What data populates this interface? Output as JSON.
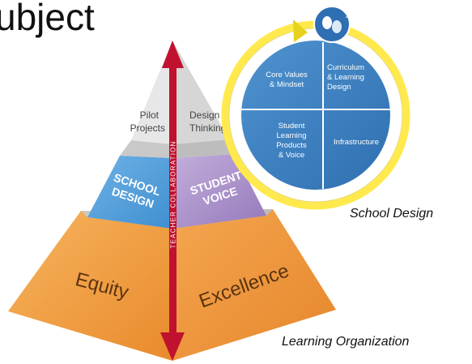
{
  "title": "ubject",
  "pyramid": {
    "top_left": [
      "Pilot",
      "Projects"
    ],
    "top_right": [
      "Design",
      "Thinking"
    ],
    "middle_left": [
      "SCHOOL",
      "DESIGN"
    ],
    "middle_right": [
      "STUDENT",
      "VOICE"
    ],
    "bottom_left": "Equity",
    "bottom_right": "Excellence",
    "axis_label": "TEACHER COLLABORATION"
  },
  "circle": {
    "quadrants": {
      "top_left": [
        "Core Values",
        "& Mindset"
      ],
      "top_right": [
        "Curriculum",
        "& Learning",
        "Design"
      ],
      "bottom_left": [
        "Student",
        "Learning",
        "Products",
        "& Voice"
      ],
      "bottom_right": [
        "Infrastructure"
      ]
    }
  },
  "captions": {
    "school_design": "School Design",
    "learning_organization": "Learning Organization"
  },
  "colors": {
    "orange": "#f29a3c",
    "blue": "#3f8fd0",
    "purple": "#a98cc6",
    "arrow_red": "#c0122e",
    "ring_yellow": "#ffe94d",
    "circle_blue": "#3f7fbf"
  }
}
